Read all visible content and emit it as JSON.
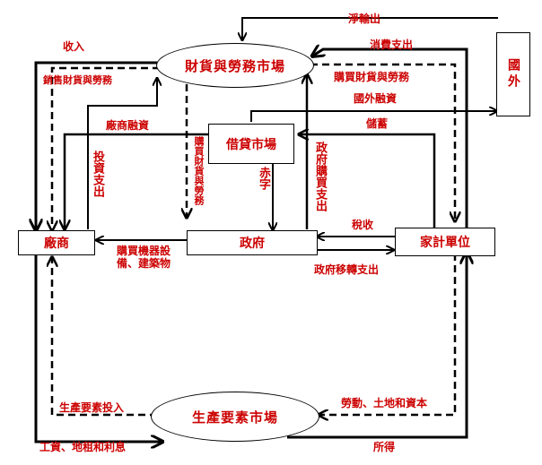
{
  "nodes": {
    "goods_market": "財貨與勞務市場",
    "loan_market": "借貸市場",
    "firms": "廠商",
    "government": "政府",
    "households": "家計單位",
    "factor_market": "生產要素市場",
    "foreign": "國外"
  },
  "flows": {
    "net_exports": "淨輸出",
    "revenue": "收入",
    "consumption": "消費支出",
    "sell_goods": "銷售財貨與勞務",
    "buy_goods": "購買財貨與勞務",
    "foreign_finance": "國外融資",
    "firm_finance": "廠商融資",
    "savings": "儲蓄",
    "investment": "投資支出",
    "gov_buy": "購買財貨與勞務",
    "deficit": "赤字",
    "gov_purchase": "政府購買支出",
    "tax": "稅收",
    "machines": "購買機器設備、建築物",
    "transfers": "政府移轉支出",
    "factor_input": "生產要素投入",
    "labor_land_capital": "勞動、土地和資本",
    "wages": "工資、地租和利息",
    "income": "所得"
  }
}
